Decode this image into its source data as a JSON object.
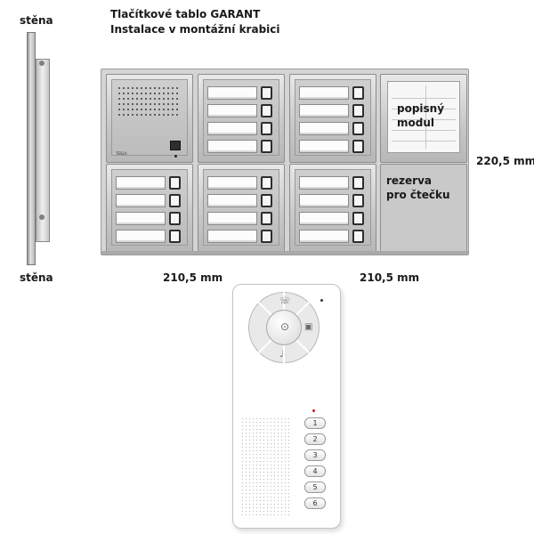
{
  "title": {
    "line1": "Tlačítkové tablo GARANT",
    "line2": "Instalace v montážní krabici"
  },
  "labels": {
    "wall_top": "stěna",
    "wall_bottom": "stěna",
    "height": "220,5 mm",
    "width_left": "210,5 mm",
    "width_right": "210,5 mm"
  },
  "panel": {
    "intercom_brand": "TESLA",
    "caption_module_line1": "popisný",
    "caption_module_line2": "modul",
    "reserve_line1": "rezerva",
    "reserve_line2": "pro čtečku"
  },
  "handset": {
    "keys": [
      "1",
      "2",
      "3",
      "4",
      "5",
      "6"
    ],
    "icons": [
      "handset-icon",
      "key-icon",
      "camera-icon",
      "bell-icon"
    ]
  },
  "colors": {
    "panel_metal": "#c9c9c9",
    "text": "#1a1a1a",
    "led_red": "#d11a1a"
  }
}
